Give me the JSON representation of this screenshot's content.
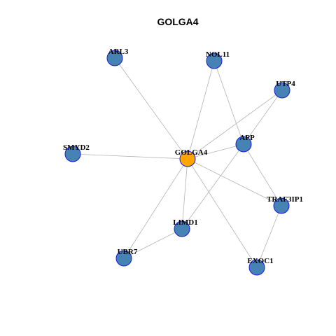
{
  "title": "GOLGA4",
  "colors": {
    "node_fill": "#4682b4",
    "node_stroke": "#1a1ae0",
    "center_fill": "#ffa500",
    "center_stroke": "#8b4513",
    "edge": "#b3b3b3"
  },
  "nodes": [
    {
      "id": "GOLGA4",
      "label": "GOLGA4",
      "center": true
    },
    {
      "id": "ARL3",
      "label": "ARL3"
    },
    {
      "id": "NOL11",
      "label": "NOL11"
    },
    {
      "id": "UTP4",
      "label": "UTP4"
    },
    {
      "id": "APP",
      "label": "APP"
    },
    {
      "id": "SMYD2",
      "label": "SMYD2"
    },
    {
      "id": "TRAF3IP1",
      "label": "TRAF3IP1"
    },
    {
      "id": "LIMD1",
      "label": "LIMD1"
    },
    {
      "id": "UBR7",
      "label": "UBR7"
    },
    {
      "id": "EXOC1",
      "label": "EXOC1"
    }
  ],
  "edges": [
    [
      "GOLGA4",
      "ARL3"
    ],
    [
      "GOLGA4",
      "NOL11"
    ],
    [
      "GOLGA4",
      "UTP4"
    ],
    [
      "GOLGA4",
      "APP"
    ],
    [
      "GOLGA4",
      "SMYD2"
    ],
    [
      "GOLGA4",
      "TRAF3IP1"
    ],
    [
      "GOLGA4",
      "LIMD1"
    ],
    [
      "GOLGA4",
      "UBR7"
    ],
    [
      "GOLGA4",
      "EXOC1"
    ],
    [
      "NOL11",
      "APP"
    ],
    [
      "UTP4",
      "APP"
    ],
    [
      "APP",
      "TRAF3IP1"
    ],
    [
      "APP",
      "LIMD1"
    ],
    [
      "LIMD1",
      "UBR7"
    ],
    [
      "TRAF3IP1",
      "EXOC1"
    ]
  ]
}
